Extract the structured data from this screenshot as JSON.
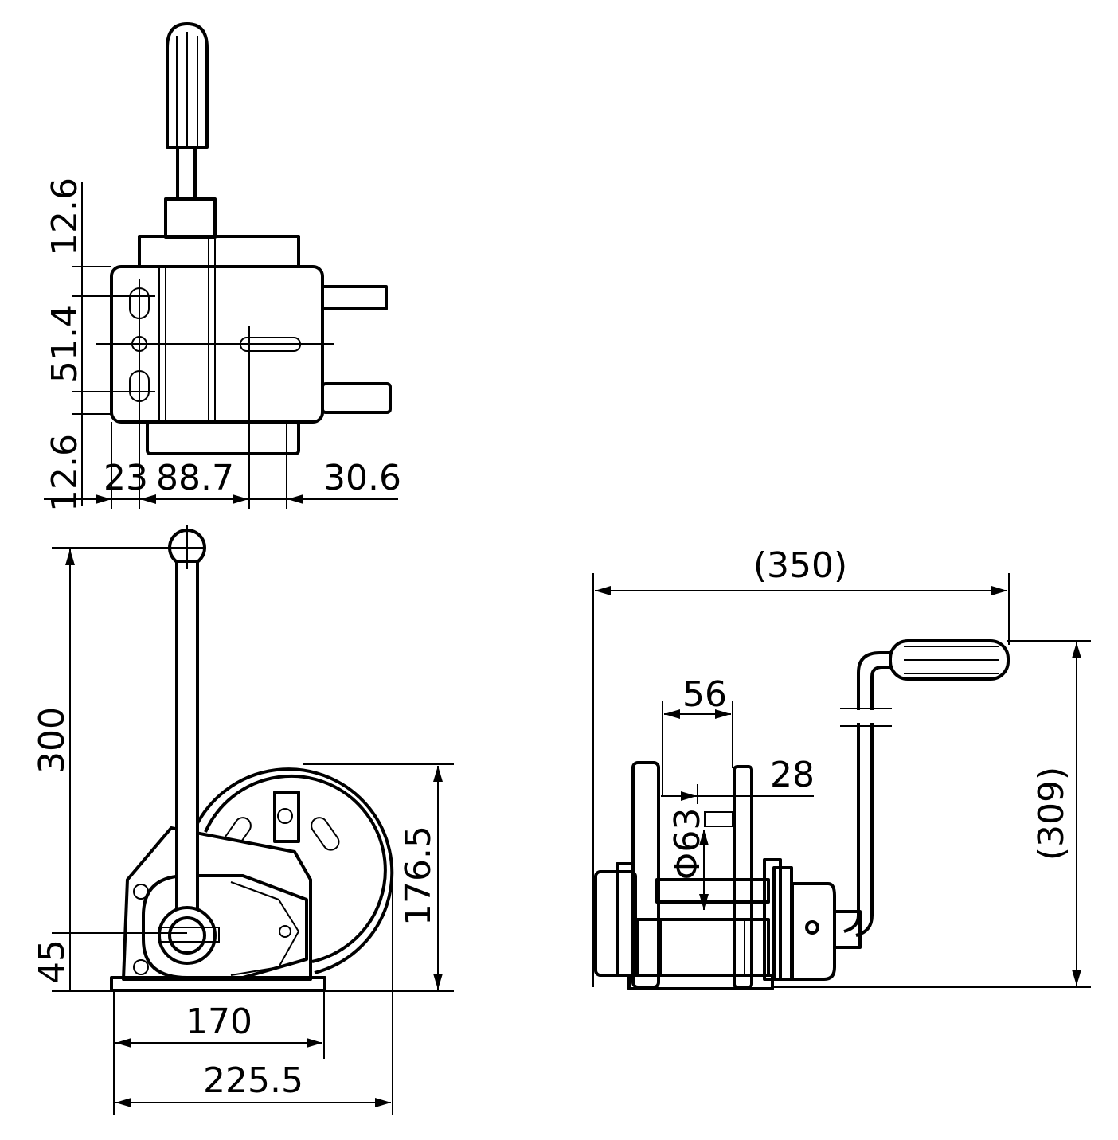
{
  "top_view": {
    "dim_top_offset": "12.6",
    "dim_hole_pitch": "51.4",
    "dim_bottom_offset": "12.6",
    "dim_left": "23",
    "dim_center": "88.7",
    "dim_right": "30.6"
  },
  "side_view": {
    "dim_handle_height": "300",
    "dim_pivot_height": "45",
    "dim_drum_height": "176.5",
    "dim_base_length": "170",
    "dim_overall_length": "225.5"
  },
  "front_view": {
    "dim_overall_width": "(350)",
    "dim_overall_height": "(309)",
    "dim_drum_width": "56",
    "dim_flange_gap": "28",
    "dim_drum_diameter": "Φ63"
  }
}
